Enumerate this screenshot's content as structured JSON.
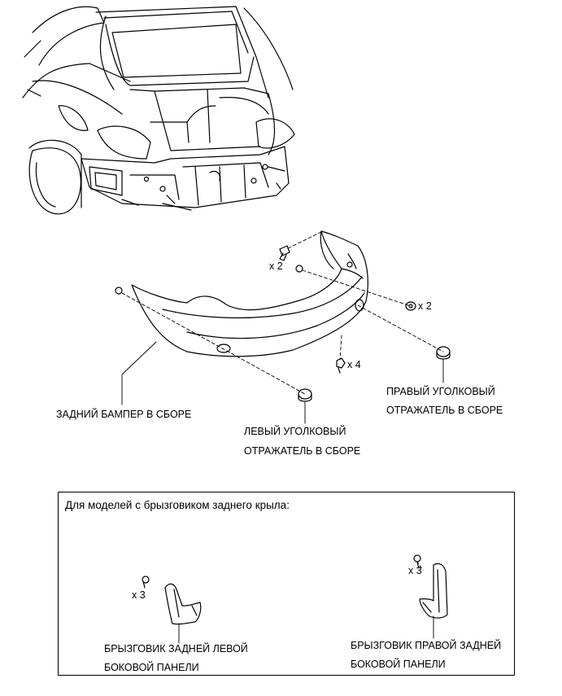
{
  "callouts": {
    "bolt_qty_top": "x 2",
    "screw_qty_right": "x 2",
    "clip_qty_bottom": "x 4",
    "rear_bumper_assembly": "ЗАДНИЙ БАМПЕР В СБОРЕ",
    "left_reflector_line1": "ЛЕВЫЙ УГОЛКОВЫЙ",
    "left_reflector_line2": "ОТРАЖАТЕЛЬ В СБОРЕ",
    "right_reflector_line1": "ПРАВЫЙ УГОЛКОВЫЙ",
    "right_reflector_line2": "ОТРАЖАТЕЛЬ В СБОРЕ"
  },
  "inset": {
    "title": "Для моделей с брызговиком заднего крыла:",
    "left_qty": "x 3",
    "right_qty": "x 3",
    "left_mudguard_line1": "БРЫЗГОВИК ЗАДНЕЙ ЛЕВОЙ",
    "left_mudguard_line2": "БОКОВОЙ ПАНЕЛИ",
    "right_mudguard_line1": "БРЫЗГОВИК ПРАВОЙ ЗАДНЕЙ",
    "right_mudguard_line2": "БОКОВОЙ ПАНЕЛИ"
  },
  "colors": {
    "ink": "#000000",
    "paper": "#ffffff"
  }
}
